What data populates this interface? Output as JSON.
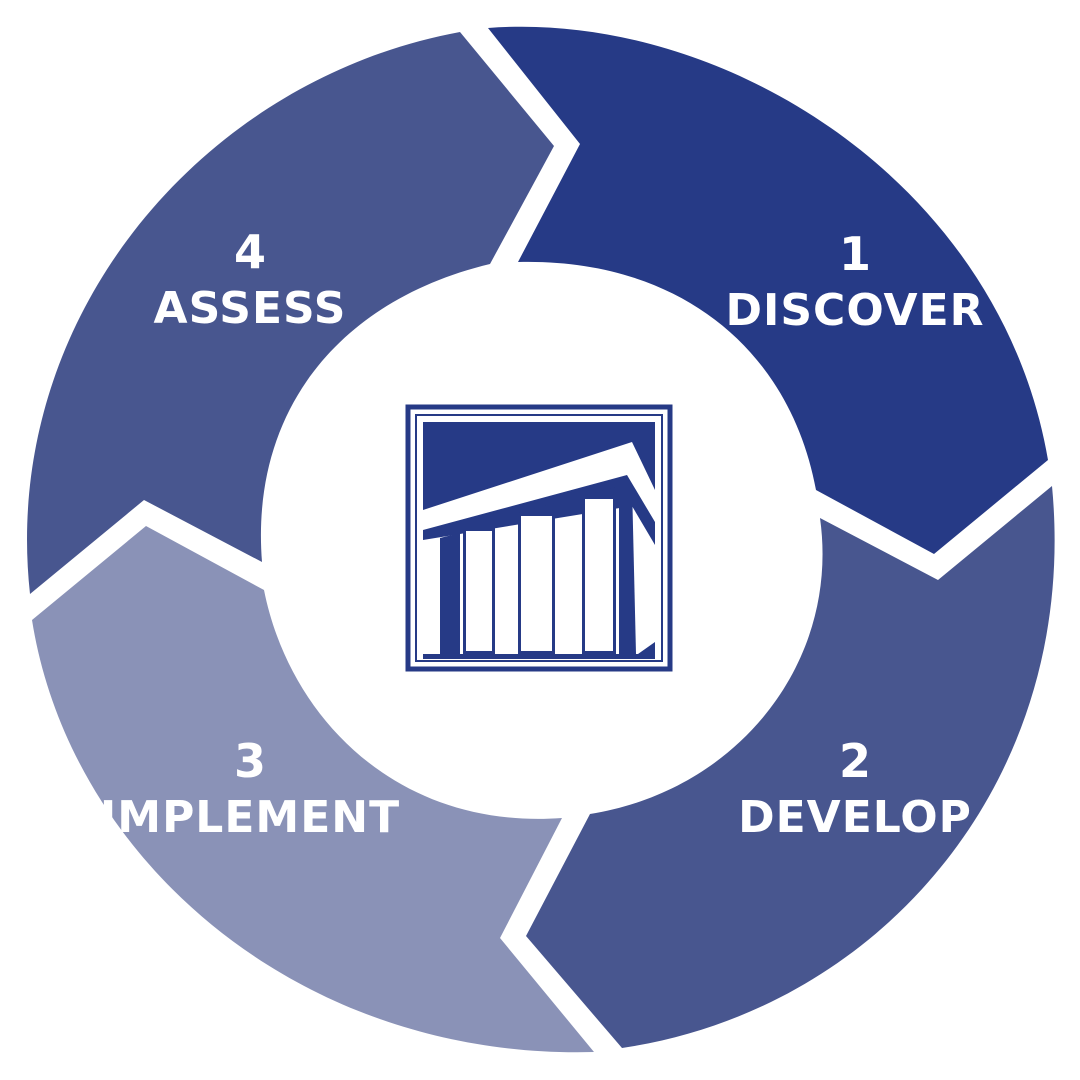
{
  "diagram": {
    "type": "cycle",
    "steps": [
      {
        "number": "1",
        "label": "DISCOVER",
        "color": "#263a86"
      },
      {
        "number": "2",
        "label": "DEVELOP",
        "color": "#48568f"
      },
      {
        "number": "3",
        "label": "IMPLEMENT",
        "color": "#8a92b7"
      },
      {
        "number": "4",
        "label": "ASSESS",
        "color": "#48568f"
      }
    ],
    "center_logo": {
      "icon": "building-columns-logo-icon",
      "color": "#263a86"
    }
  }
}
